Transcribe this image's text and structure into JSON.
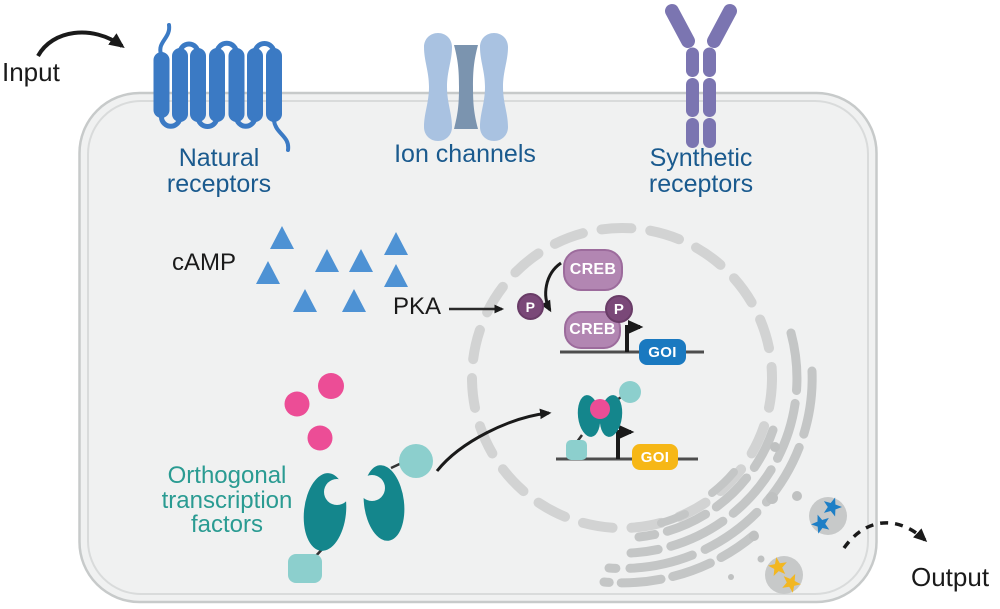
{
  "labels": {
    "input": "Input",
    "output": "Output",
    "natural_receptors": "Natural receptors",
    "ion_channels": "Ion channels",
    "synthetic_receptors": "Synthetic receptors",
    "camp": "cAMP",
    "pka": "PKA",
    "orthogonal_tf": "Orthogonal transcription factors"
  },
  "molecules": {
    "creb_free": "CREB",
    "creb_dna": "CREB",
    "phosphate_free": "P",
    "phosphate_dna": "P",
    "goi_creb": "GOI",
    "goi_orthogonal": "GOI"
  },
  "icons": {
    "natural_receptor": "seven-transmembrane-gpcr-icon",
    "ion_channel": "ion-channel-pore-icon",
    "synthetic_receptor": "antibody-y-receptor-icon",
    "camp_molecules": "blue-triangle-cluster",
    "ligands": "pink-circle-cluster",
    "orthogonal_factors": "teal-dimer-shapes",
    "nucleus": "dashed-circle-nuclear-envelope",
    "secretory_pathway": "gray-er-golgi-arcs",
    "vesicles": "gray-circles-with-star-cargo"
  },
  "colors": {
    "receptor_blue": "#3b7ac4",
    "label_blue": "#1a5a8e",
    "ion_channel_light": "#a9c2e1",
    "ion_channel_dark": "#7b94af",
    "synthetic_purple": "#7b75b1",
    "camp_triangle_blue": "#4e92d4",
    "creb_fill": "#b286b2",
    "creb_border": "#9c6b9c",
    "phosphate_plum": "#7a4878",
    "goi_blue": "#1a79c0",
    "goi_yellow": "#f6b717",
    "teal_dark": "#14868c",
    "teal_light": "#8ccfcd",
    "teal_text": "#2a9b92",
    "pink": "#ec4d96",
    "nucleus_gray": "#d2d3d3",
    "organelle_gray": "#c4c6c6",
    "vesicle_gray": "#c7c9c9",
    "star_blue": "#1e7fc6",
    "star_yellow": "#f2b722",
    "cell_fill": "#f0f1f1",
    "dna_gray": "#4d4d4d",
    "arrow_black": "#1a1a1a"
  }
}
